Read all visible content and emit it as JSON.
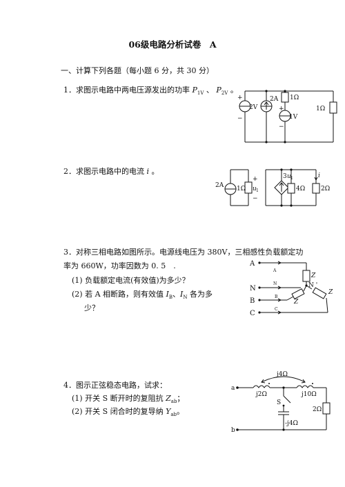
{
  "title": "06级电路分析试卷　A",
  "section1": "一、计算下列各题（每小题 6 分，共 30 分）",
  "q1": {
    "num": "1．",
    "text": "求图示电路中两电压源发出的功率",
    "p1": "P",
    "s1": "1V",
    "sep": "、",
    "p2": "P",
    "s2": "2V",
    "end": "。"
  },
  "q2": {
    "num": "2．",
    "text": "求图示电路中的电流",
    "var": "i",
    "end": "。"
  },
  "q3": {
    "line1": "3．对称三相电路如图所示。电源线电压为 380V，三相感性负载额定功",
    "line2": "率为 660W，功率因数为 0. 5　.",
    "sub1": "(1)  负载额定电流(有效值)为多少？",
    "sub2a": "(2)  若 A 相断路，则有效值",
    "iB": "I",
    "iBs": "B",
    "sub2sep": "、",
    "iN": "I",
    "iNs": "N",
    "sub2b": "各为多",
    "sub2c": "少？"
  },
  "q4": {
    "num": "4．",
    "text": "图示正弦稳态电路，试求：",
    "sub1a": "(1)  开关 S 断开时的复阻抗",
    "z": "Z",
    "zs": "ab",
    "sub1b": "；",
    "sub2a": "(2)  开关 S 闭合时的复导纳",
    "y": "Y",
    "ys": "ab",
    "sub2b": "。"
  },
  "fig1": {
    "vs1": "2V",
    "is1": "2A",
    "r1": "1Ω",
    "vs2": "1V",
    "r2": "1Ω",
    "plus": "+",
    "minus": "−"
  },
  "fig2": {
    "is": "2A",
    "r1": "1Ω",
    "u1": "u",
    "u1s": "1",
    "dep": "3",
    "depv": "u",
    "deps": "1",
    "r2": "4Ω",
    "r3": "2Ω",
    "i": "i",
    "plus": "+",
    "minus": "−"
  },
  "fig3": {
    "A": "A",
    "N": "N",
    "B": "B",
    "C": "C",
    "Np": "N '",
    "a": "A",
    "n": "N",
    "b": "B",
    "c": "C",
    "z": "Z"
  },
  "fig4": {
    "a": "a",
    "b": "b",
    "m": "j4Ω",
    "l1": "j2Ω",
    "l2": "j10Ω",
    "s": "S",
    "r": "2Ω",
    "cap": "-j4Ω"
  }
}
